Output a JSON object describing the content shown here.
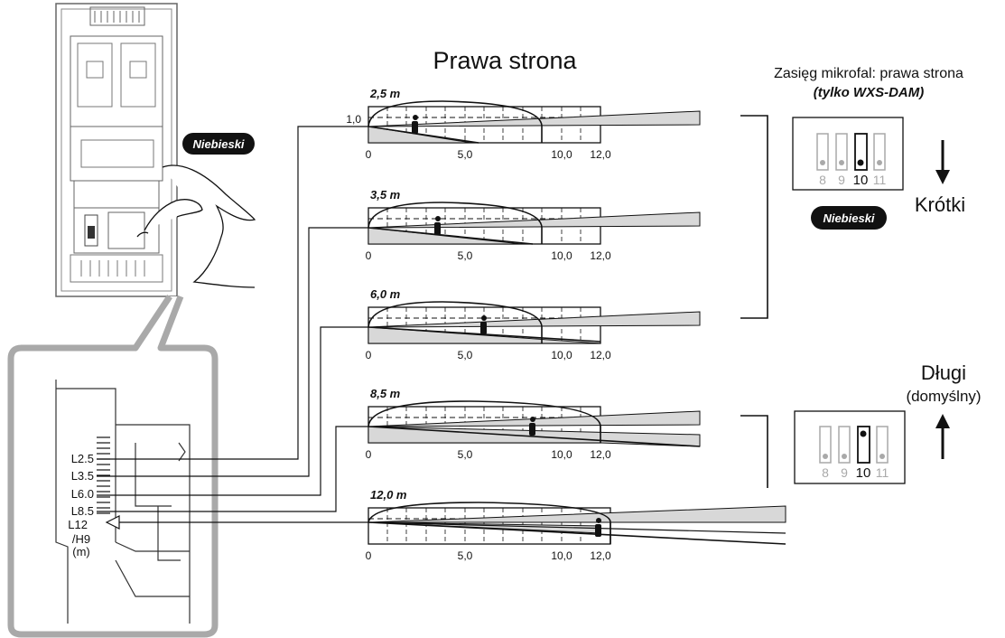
{
  "title": "Prawa strona",
  "mw_title": "Zasięg mikrofal: prawa strona",
  "mw_subtitle": "(tylko WXS-DAM)",
  "badge_label": "Niebieski",
  "short_label": "Krótki",
  "long_label": "Długi",
  "long_sub": "(domyślny)",
  "dip_numbers": [
    "8",
    "9",
    "10",
    "11"
  ],
  "dip_top_state": [
    false,
    false,
    true,
    false
  ],
  "dip_bottom_state": [
    false,
    false,
    true,
    false
  ],
  "left_ticks": [
    "L2.5",
    "L3.5",
    "L6.0",
    "L8.5",
    "L12",
    "/H9",
    "(m)"
  ],
  "axis_ticks": [
    "0",
    "5,0",
    "10,0",
    "12,0"
  ],
  "height_label": "1,0",
  "ranges": [
    "2,5 m",
    "3,5 m",
    "6,0 m",
    "8,5 m",
    "12,0 m"
  ],
  "colors": {
    "beam": "#d8d8d8",
    "frame_gray": "#a9a9a9",
    "badge": "#111111"
  }
}
